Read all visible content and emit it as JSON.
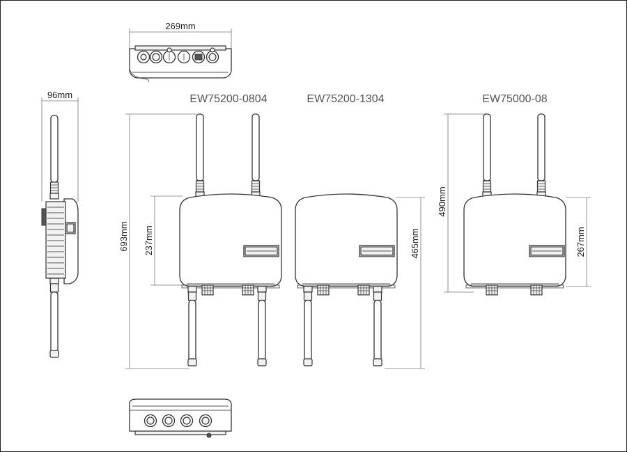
{
  "models": {
    "m1": "EW75200-0804",
    "m2": "EW75200-1304",
    "m3": "EW75000-08"
  },
  "dimensions": {
    "top_width": "269mm",
    "side_depth": "96mm",
    "total_height_m1": "693mm",
    "body_height_m1": "237mm",
    "total_height_m2": "465mm",
    "total_height_m3": "490mm",
    "body_height_m3": "267mm"
  }
}
